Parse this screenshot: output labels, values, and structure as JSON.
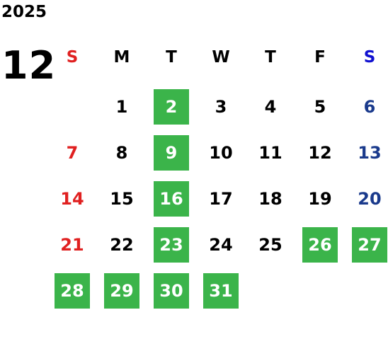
{
  "header": {
    "year": "2025",
    "month": "12"
  },
  "weekdays": [
    {
      "label": "S",
      "color": "#e02020"
    },
    {
      "label": "M",
      "color": "#000000"
    },
    {
      "label": "T",
      "color": "#000000"
    },
    {
      "label": "W",
      "color": "#000000"
    },
    {
      "label": "T",
      "color": "#000000"
    },
    {
      "label": "F",
      "color": "#000000"
    },
    {
      "label": "S",
      "color": "#1010d0"
    }
  ],
  "colors": {
    "highlight": "#3bb44a",
    "sunday": "#e02020",
    "saturday": "#1a3a8c"
  },
  "weeks": [
    [
      null,
      "1",
      "2",
      "3",
      "4",
      "5",
      "6"
    ],
    [
      "7",
      "8",
      "9",
      "10",
      "11",
      "12",
      "13"
    ],
    [
      "14",
      "15",
      "16",
      "17",
      "18",
      "19",
      "20"
    ],
    [
      "21",
      "22",
      "23",
      "24",
      "25",
      "26",
      "27"
    ],
    [
      "28",
      "29",
      "30",
      "31",
      null,
      null,
      null
    ]
  ],
  "highlighted_days": [
    "2",
    "9",
    "16",
    "23",
    "26",
    "27",
    "28",
    "29",
    "30",
    "31"
  ]
}
